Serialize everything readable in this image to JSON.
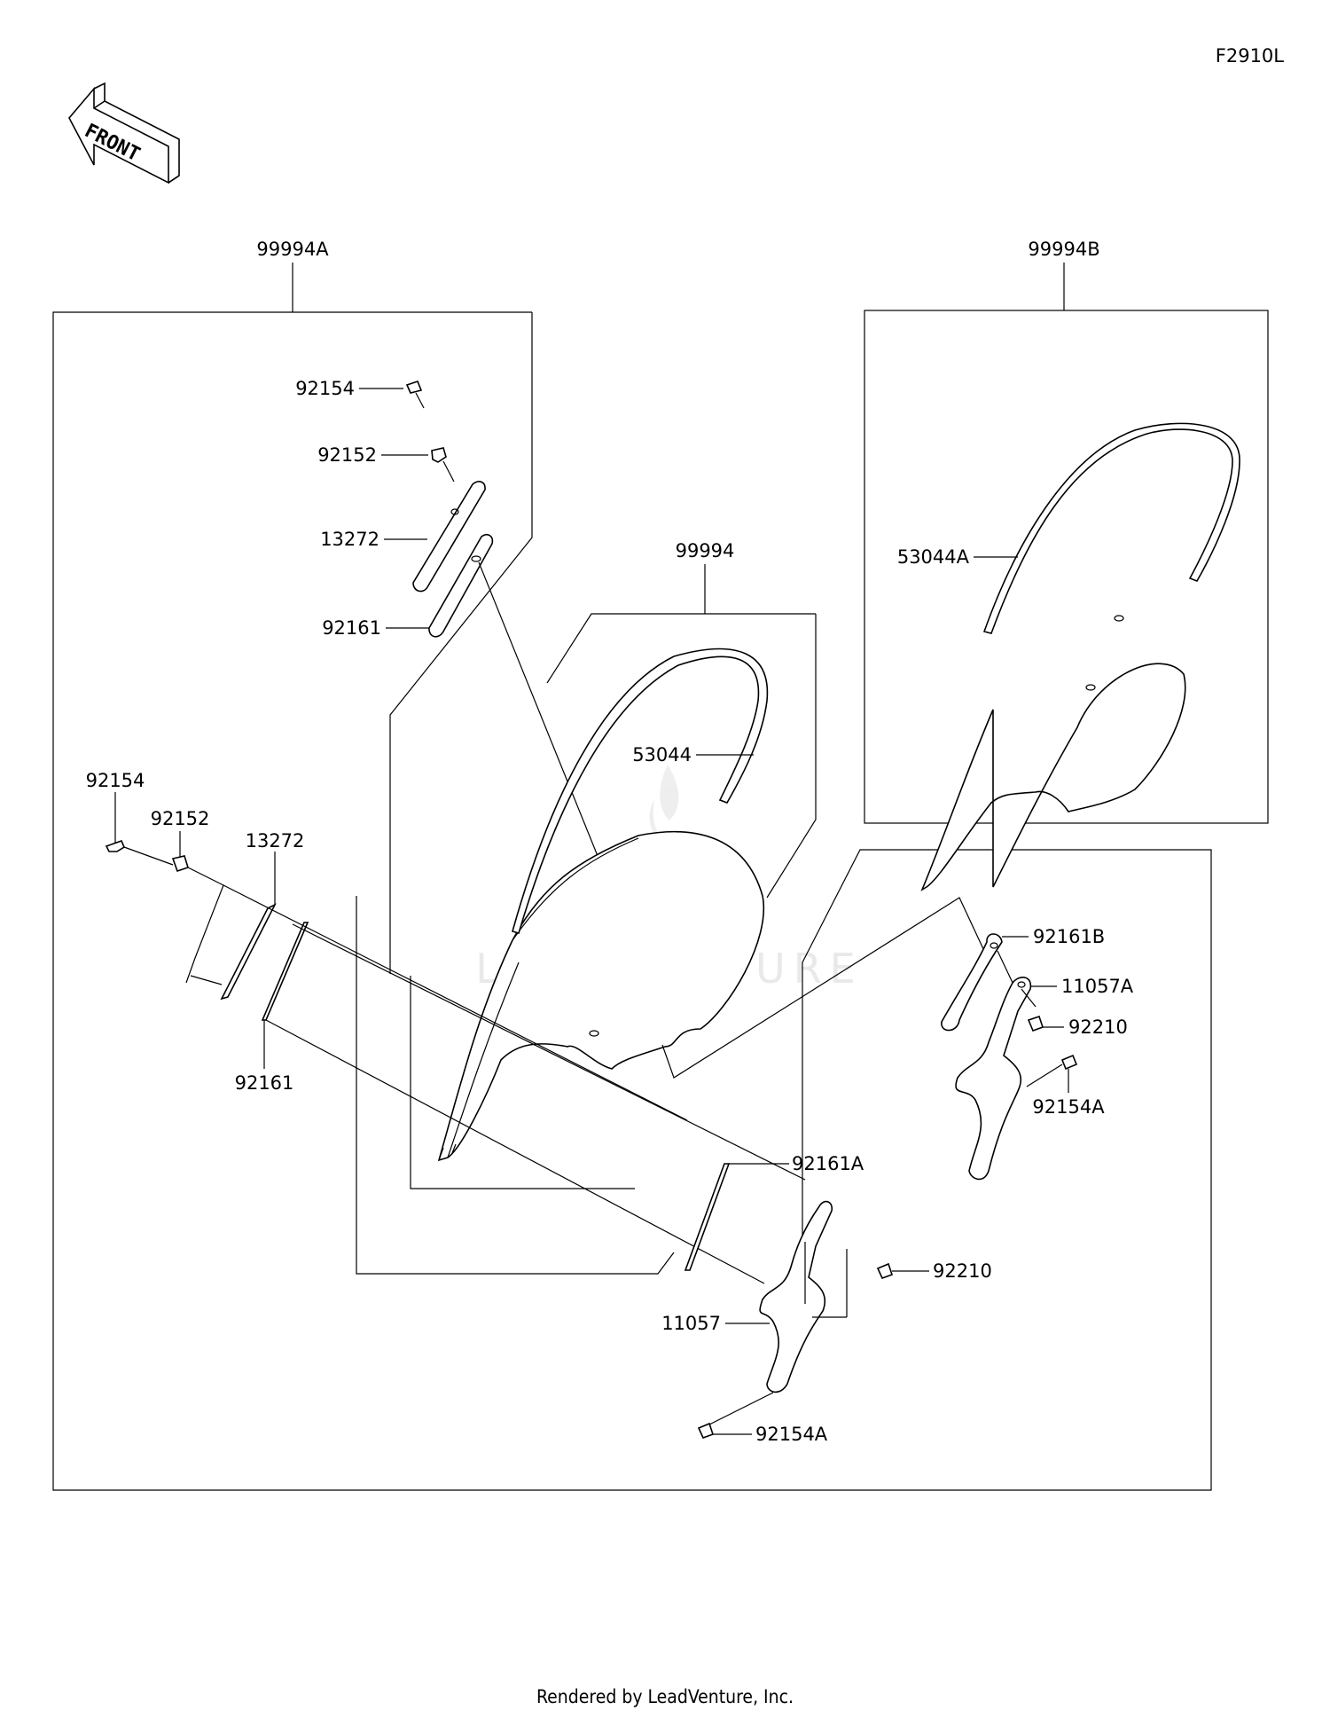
{
  "diagram_code": "F2910L",
  "front_arrow": {
    "label": "FRONT",
    "icon": "front-direction-arrow-icon"
  },
  "watermark": {
    "text": "LEADVENTURE",
    "icon": "leadventure-flame-logo"
  },
  "groups": {
    "kit_a": "99994A",
    "kit_b": "99994B",
    "kit": "99994"
  },
  "callouts": {
    "kit_a_top": [
      "92154",
      "92152",
      "13272",
      "92161"
    ],
    "kit_a_left": [
      "92154",
      "92152",
      "13272",
      "92161"
    ],
    "kit": [
      "53044"
    ],
    "kit_b": [
      "53044A"
    ],
    "right_bracket": [
      "92161B",
      "11057A",
      "92210",
      "92154A"
    ],
    "lower_bracket": [
      "92161A",
      "92210",
      "11057",
      "92154A"
    ]
  },
  "footer": "Rendered by LeadVenture, Inc."
}
